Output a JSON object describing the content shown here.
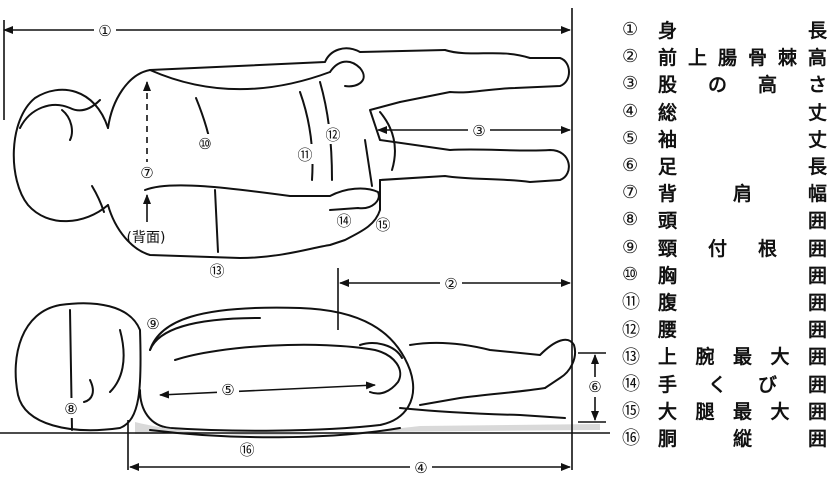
{
  "diagram": {
    "markers": [
      "①",
      "②",
      "③",
      "④",
      "⑤",
      "⑥",
      "⑦",
      "⑧",
      "⑨",
      "⑩",
      "⑪",
      "⑫",
      "⑬",
      "⑭",
      "⑮",
      "⑯"
    ],
    "back_label": "(背面)"
  },
  "legend": [
    {
      "num": "①",
      "chars": [
        "身",
        "長"
      ]
    },
    {
      "num": "②",
      "chars": [
        "前",
        "上",
        "腸",
        "骨",
        "棘",
        "高"
      ]
    },
    {
      "num": "③",
      "chars": [
        "股",
        "の",
        "高",
        "さ"
      ]
    },
    {
      "num": "④",
      "chars": [
        "総",
        "丈"
      ]
    },
    {
      "num": "⑤",
      "chars": [
        "袖",
        "丈"
      ]
    },
    {
      "num": "⑥",
      "chars": [
        "足",
        "長"
      ]
    },
    {
      "num": "⑦",
      "chars": [
        "背",
        "肩",
        "幅"
      ]
    },
    {
      "num": "⑧",
      "chars": [
        "頭",
        "囲"
      ]
    },
    {
      "num": "⑨",
      "chars": [
        "頸",
        "付",
        "根",
        "囲"
      ]
    },
    {
      "num": "⑩",
      "chars": [
        "胸",
        "囲"
      ]
    },
    {
      "num": "⑪",
      "chars": [
        "腹",
        "囲"
      ]
    },
    {
      "num": "⑫",
      "chars": [
        "腰",
        "囲"
      ]
    },
    {
      "num": "⑬",
      "chars": [
        "上",
        "腕",
        "最",
        "大",
        "囲"
      ]
    },
    {
      "num": "⑭",
      "chars": [
        "手",
        "く",
        "び",
        "囲"
      ]
    },
    {
      "num": "⑮",
      "chars": [
        "大",
        "腿",
        "最",
        "大",
        "囲"
      ]
    },
    {
      "num": "⑯",
      "chars": [
        "胴",
        "縦",
        "囲"
      ]
    }
  ]
}
